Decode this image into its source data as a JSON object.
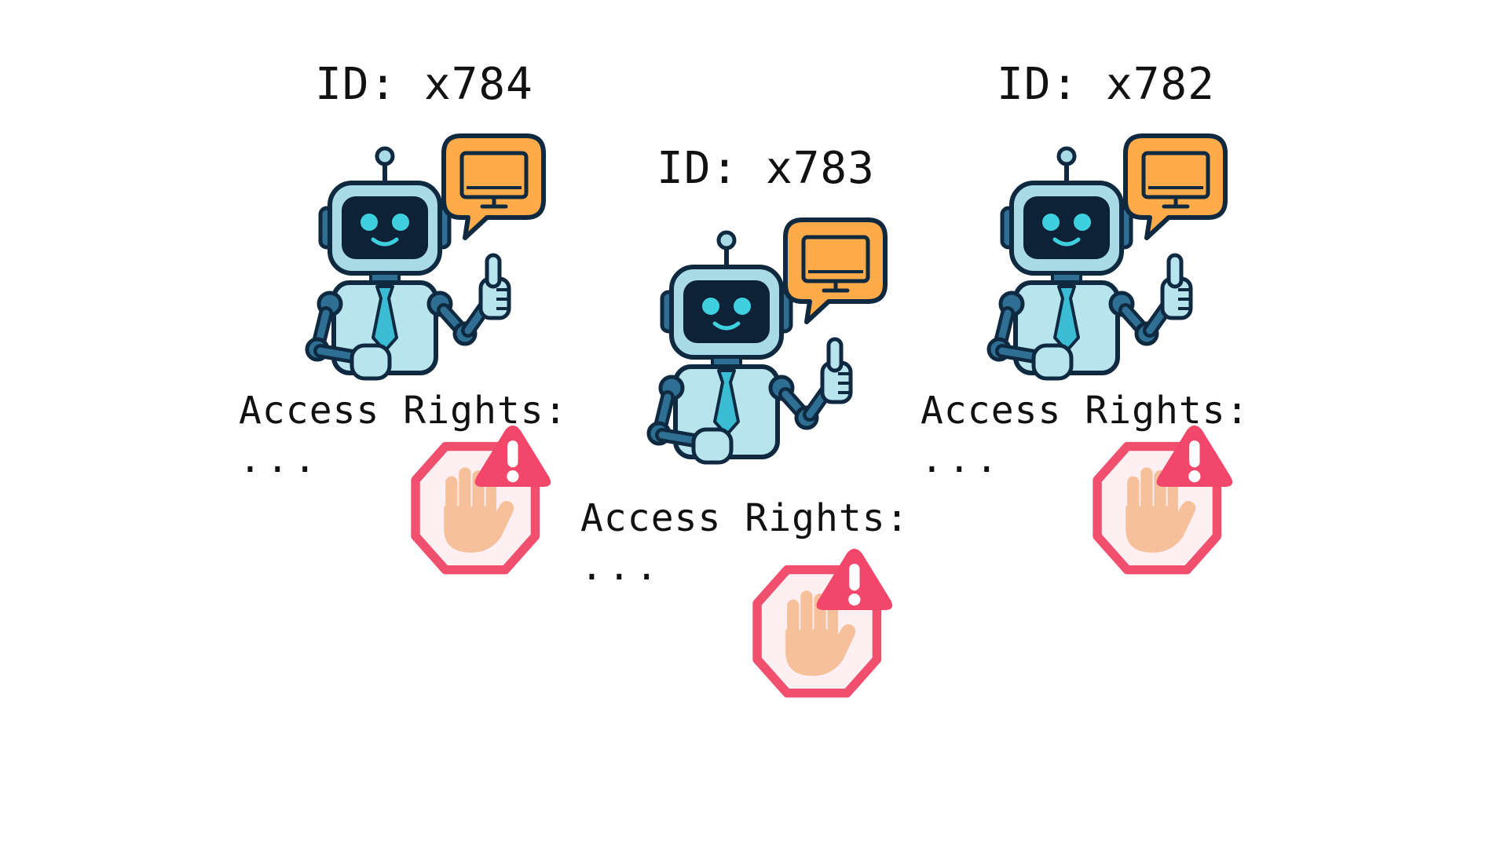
{
  "agents": [
    {
      "id_label": "ID: x784",
      "access_label": "Access Rights:",
      "access_value": "..."
    },
    {
      "id_label": "ID: x783",
      "access_label": "Access Rights:",
      "access_value": "..."
    },
    {
      "id_label": "ID: x782",
      "access_label": "Access Rights:",
      "access_value": "..."
    }
  ],
  "icons": {
    "robot": "robot-icon",
    "speech_bubble": "speech-bubble-icon",
    "monitor": "monitor-icon",
    "thumbs_up": "thumbs-up-icon",
    "stop_hand": "stop-hand-icon",
    "warning": "warning-icon"
  },
  "colors": {
    "robot_dark": "#0f2a40",
    "robot_screen": "#0d2236",
    "robot_eyes": "#3fd0e0",
    "robot_head": "#a9dbe6",
    "robot_body": "#b8e4ee",
    "robot_joint": "#2f6f93",
    "tie": "#39bcd4",
    "bubble": "#ffab4a",
    "stop_border": "#f0506e",
    "stop_fill": "#fdeff2",
    "hand": "#f6c09a",
    "warning": "#f2476a"
  }
}
